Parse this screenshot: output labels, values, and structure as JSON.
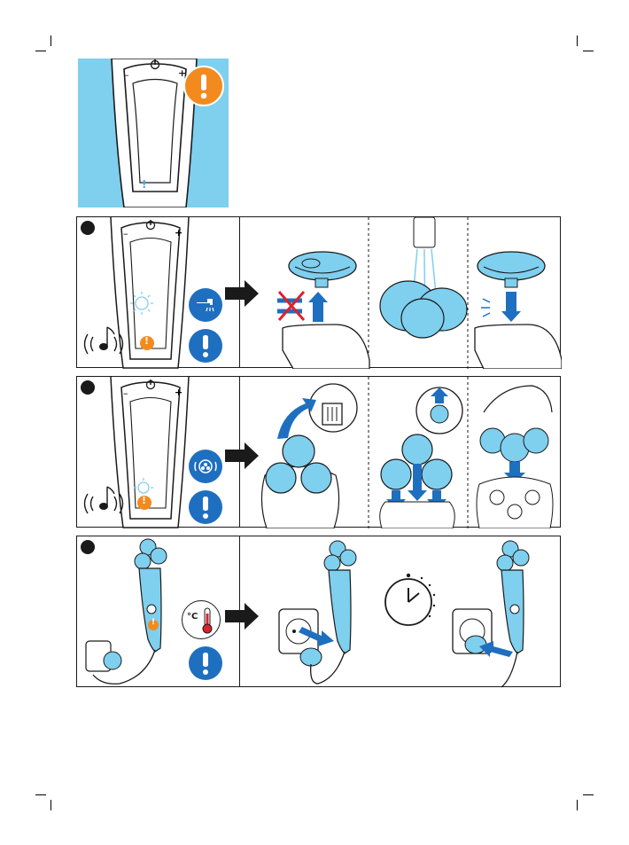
{
  "page": {
    "title": "",
    "accent_blue": "#7fcfee",
    "icon_blue": "#1f6fc0",
    "warning_orange": "#f28a1e",
    "arrow_dark": "#1a1a1a"
  },
  "warning_panel": {
    "icons": [
      "shaver-handle-icon",
      "power-icon",
      "warning-icon"
    ],
    "minus_symbol": "–",
    "plus_symbol": "+",
    "indicator_symbol": "!"
  },
  "steps": [
    {
      "id": "step-1",
      "icons": [
        "shaver-handle-icon",
        "tap-icon",
        "warning-icon",
        "sound-icon",
        "arrow-icon"
      ],
      "minus_symbol": "–",
      "plus_symbol": "+",
      "indicator_symbol": "!",
      "frames": [
        "remove-head-frame",
        "rinse-head-frame",
        "reattach-head-frame"
      ]
    },
    {
      "id": "step-2",
      "icons": [
        "shaver-handle-icon",
        "replace-heads-icon",
        "warning-icon",
        "sound-icon",
        "arrow-icon"
      ],
      "minus_symbol": "–",
      "plus_symbol": "+",
      "indicator_symbol": "!",
      "frames": [
        "discard-old-heads-frame",
        "insert-new-heads-frame",
        "press-heads-frame"
      ]
    },
    {
      "id": "step-3",
      "icons": [
        "shaver-icon",
        "thermometer-icon",
        "warning-icon",
        "arrow-icon"
      ],
      "temperature_unit": "°C",
      "indicator_symbol": "!",
      "frames": [
        "unplug-frame",
        "wait-clock-frame",
        "plug-in-frame"
      ]
    }
  ]
}
